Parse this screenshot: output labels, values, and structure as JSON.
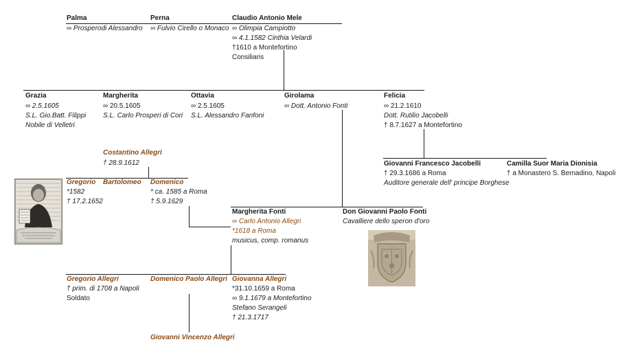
{
  "gen1": {
    "palma": {
      "name": "Palma",
      "spouse": "∞ Prosperodi Alessandro"
    },
    "perna": {
      "name": "Perna",
      "spouse": "∞ Fulvio Cirello o Monaco"
    },
    "claudio": {
      "name": "Claudio Antonio Mele",
      "spouse1": "∞ Olimpia Campiotto",
      "spouse2": "∞ 4.1.1582 Cinthia Velardi",
      "death": "†1610 a Montefortino",
      "role": "Consiliaris"
    }
  },
  "gen2": {
    "grazia": {
      "name": "Grazia",
      "marriage": "∞ 2.5.1605",
      "spouse": "S.L. Gio.Batt. Filippi",
      "note": "Nobile di Velletri"
    },
    "margherita": {
      "name": "Margherita",
      "marriage": "∞ 20.5.1605",
      "spouse": "S.L. Carlo Prosperi di Cori"
    },
    "ottavia": {
      "name": "Ottavia",
      "marriage": "∞ 2.5.1605",
      "spouse": "S.L. Alessandro Fanfoni"
    },
    "girolama": {
      "name": "Girolama",
      "spouse": "∞ Dott. Antonio Fonti"
    },
    "felicia": {
      "name": "Felicia",
      "marriage": "∞ 21.2.1610",
      "spouse": "Dott. Rutilio Jacobelli",
      "death": "† 8.7.1627 a Montefortino"
    }
  },
  "jacobelli": {
    "giovanni": {
      "name": "Giovanni Francesco Jacobelli",
      "death": "† 29.3.1686 a Roma",
      "title": "Auditore generale dell' principe Borghese"
    },
    "camilla": {
      "name": "Camilla Suor Maria Dionisia",
      "death": "† a Monastero S. Bernadino, Napoli"
    }
  },
  "allegri": {
    "costantino": {
      "name": "Costantino Allegri",
      "death": "† 28.9.1612"
    },
    "gregorio": {
      "name": "Gregorio",
      "birth": "*1582",
      "death": "† 17.2.1652"
    },
    "bartolomeo": {
      "name": "Bartolomeo"
    },
    "domenico": {
      "name": "Domenico",
      "birth": "* ca. 1585 a Roma",
      "death": "† 5.9.1629"
    }
  },
  "fonti": {
    "margherita": {
      "name": "Margherita Fonti",
      "spouse": "∞ Carlo Antonio Allegri",
      "spouse_birth": "*1618 a Roma",
      "spouse_role": "musicus, comp. romanus"
    },
    "giovanni_paolo": {
      "name": "Don Giovanni Paolo Fonti",
      "title": "Cavalliere dello speron d'oro"
    }
  },
  "gen4": {
    "gregorio": {
      "name": "Gregorio Allegri",
      "death": "† prim. di 1708 a Napoli",
      "role": "Soldato"
    },
    "domenico_paolo": {
      "name": "Domenico Paolo Allegri"
    },
    "giovanna": {
      "name": "Giovanna Allegri",
      "birth": "*31.10.1659 a Roma",
      "marriage": "∞ 9.1.1679 a Montefortino",
      "spouse": "Stefano Serangeli",
      "death": "† 21.3.1717"
    }
  },
  "gen5": {
    "giovanni_vincenzo": {
      "name": "Giovanni Vincenzo Allegri"
    }
  }
}
